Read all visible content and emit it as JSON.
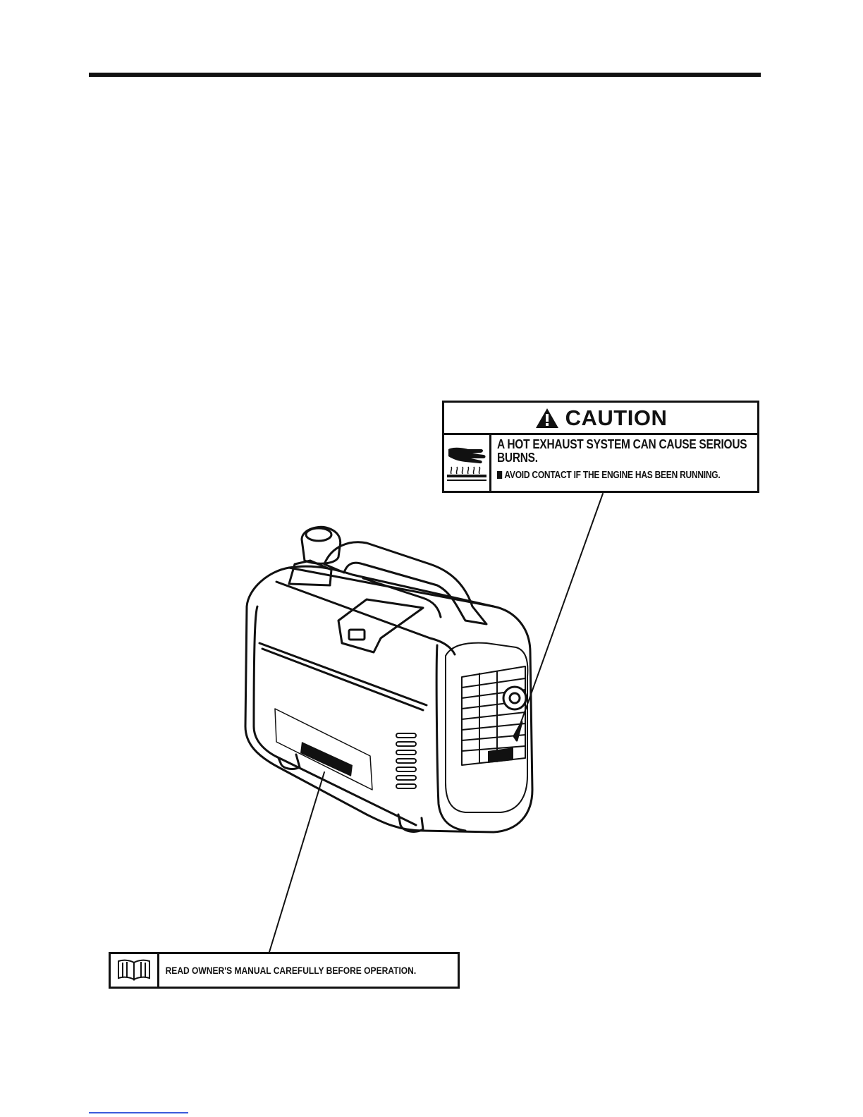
{
  "caution_label": {
    "title": "CAUTION",
    "main_line_1": "A HOT EXHAUST SYSTEM CAN CAUSE SERIOUS",
    "main_line_2": "BURNS.",
    "sub_line": "AVOID CONTACT IF THE ENGINE HAS BEEN RUNNING.",
    "icon": "hot-surface-hand-icon"
  },
  "manual_label": {
    "text": "READ OWNER'S MANUAL CAREFULLY BEFORE OPERATION.",
    "icon": "open-book-icon"
  },
  "colors": {
    "ink": "#111111",
    "paper": "#ffffff",
    "footer_link": "#3b5bdb"
  }
}
